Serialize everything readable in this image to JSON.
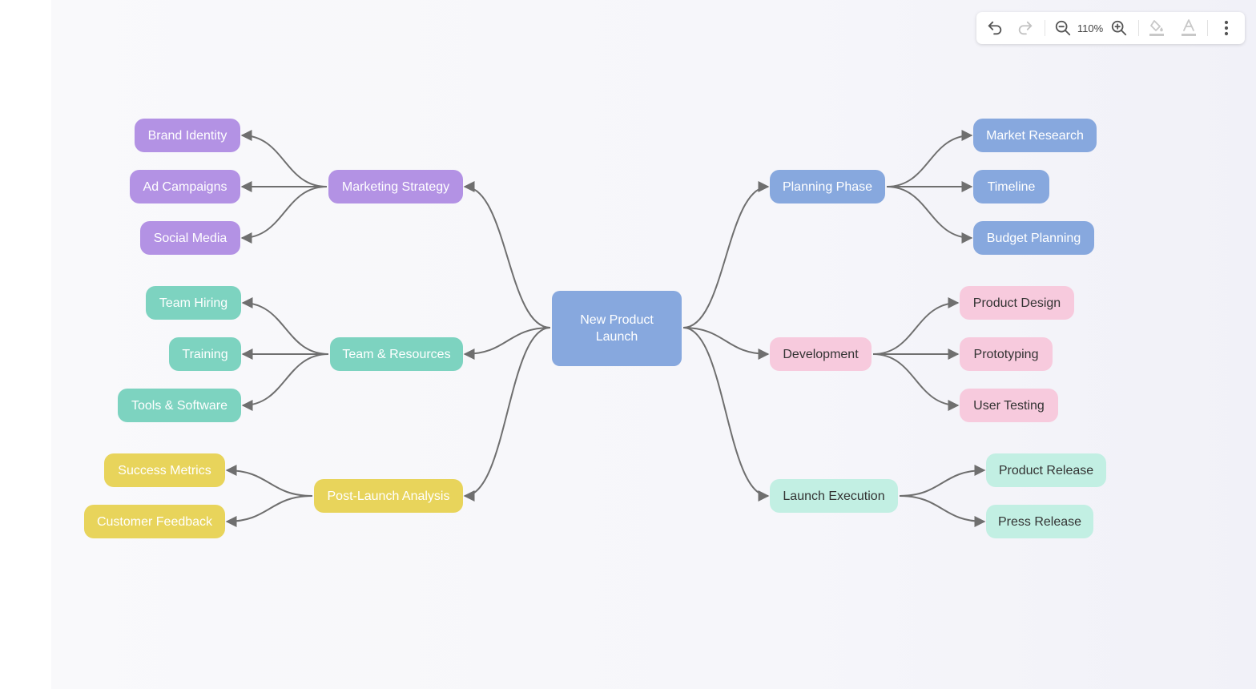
{
  "toolbar": {
    "zoom_level": "110%",
    "icons": [
      "undo-icon",
      "redo-icon",
      "zoom-out-icon",
      "zoom-in-icon",
      "fill-color-icon",
      "text-color-icon",
      "more-icon"
    ]
  },
  "colors": {
    "edge": "#6f6f6f",
    "purple": "#b392e4",
    "teal": "#7dd3c0",
    "yellow": "#e8d45b",
    "blue": "#87a8de",
    "pink": "#f7cadd",
    "mint": "#c2efe3"
  },
  "mindmap": {
    "root": {
      "line1": "New Product",
      "line2": "Launch"
    },
    "branches": {
      "marketing": {
        "label": "Marketing Strategy",
        "children": [
          "Brand Identity",
          "Ad Campaigns",
          "Social Media"
        ]
      },
      "team": {
        "label": "Team & Resources",
        "children": [
          "Team Hiring",
          "Training",
          "Tools & Software"
        ]
      },
      "postlaunch": {
        "label": "Post-Launch Analysis",
        "children": [
          "Success Metrics",
          "Customer Feedback"
        ]
      },
      "planning": {
        "label": "Planning Phase",
        "children": [
          "Market Research",
          "Timeline",
          "Budget Planning"
        ]
      },
      "development": {
        "label": "Development",
        "children": [
          "Product Design",
          "Prototyping",
          "User Testing"
        ]
      },
      "launch": {
        "label": "Launch Execution",
        "children": [
          "Product Release",
          "Press Release"
        ]
      }
    }
  }
}
